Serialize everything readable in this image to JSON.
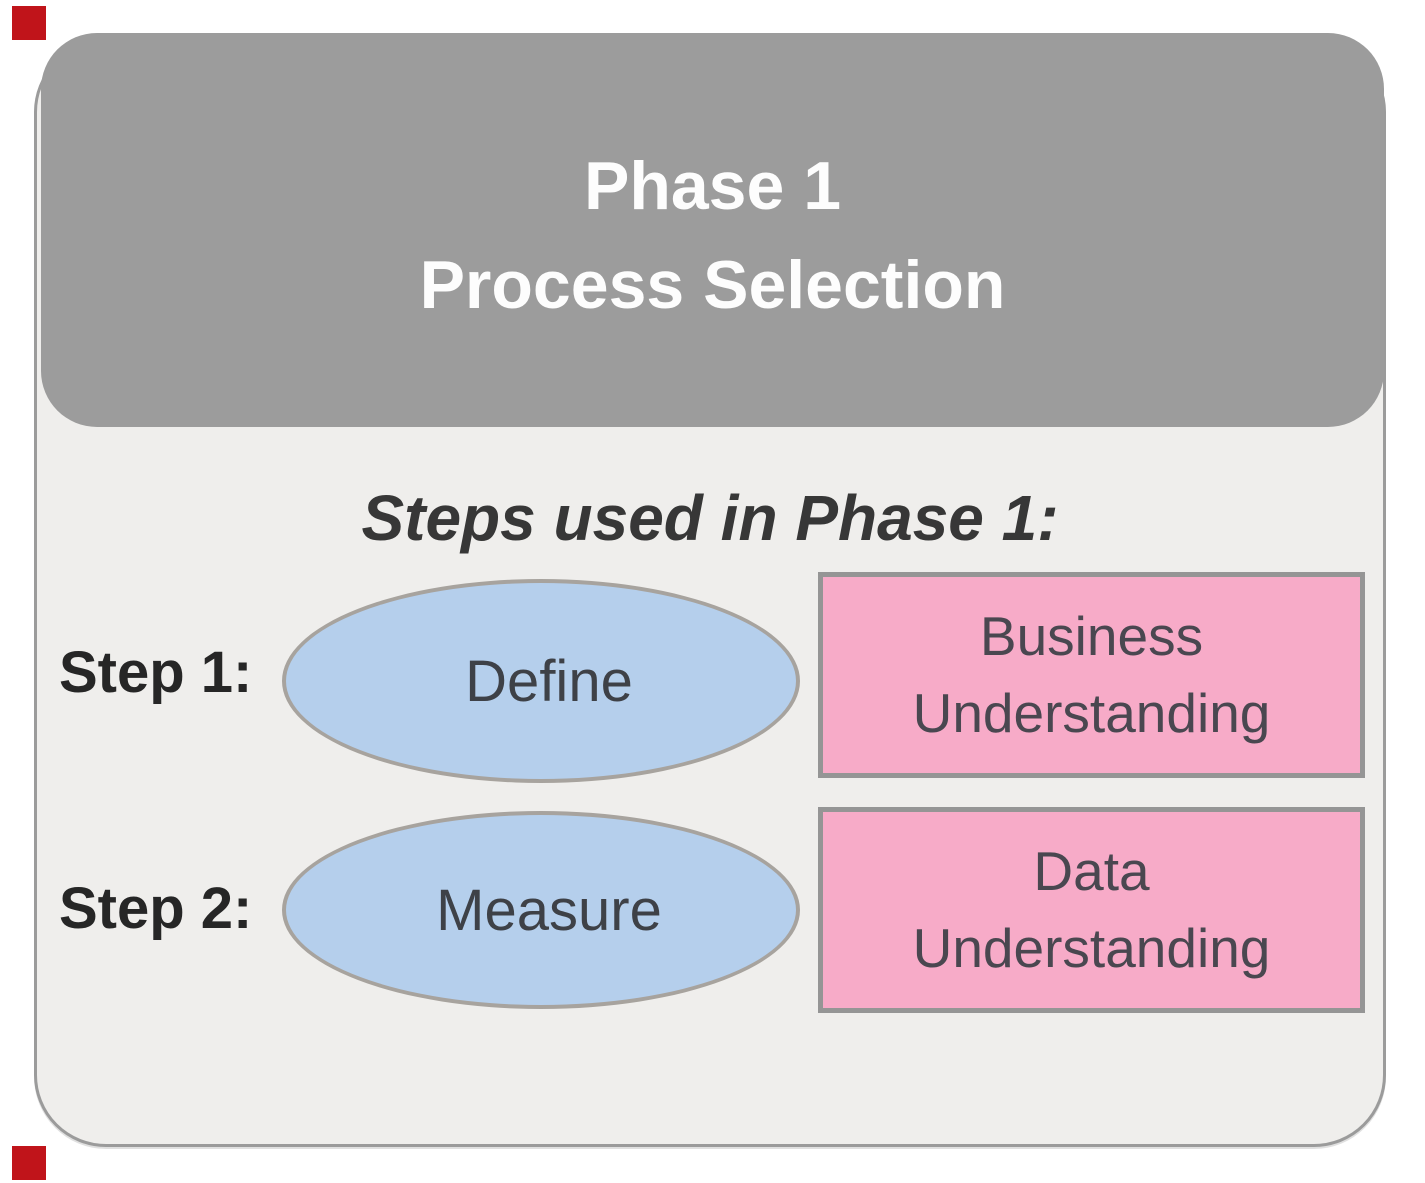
{
  "diagram": {
    "header": {
      "line1": "Phase 1",
      "line2": "Process Selection"
    },
    "body_title": "Steps used in Phase 1:",
    "steps": [
      {
        "label": "Step 1:",
        "ellipse_label": "Define",
        "box_line1": "Business",
        "box_line2": "Understanding"
      },
      {
        "label": "Step 2:",
        "ellipse_label": "Measure",
        "box_line1": "Data",
        "box_line2": "Understanding"
      }
    ],
    "colors": {
      "header_bg": "#9c9c9c",
      "header_text": "#fdfdfd",
      "panel_bg": "#efeeec",
      "panel_border": "#9b9b9b",
      "ellipse_fill": "#b5cfec",
      "ellipse_border": "#a7a39e",
      "pink_box_fill": "#f7abc8",
      "pink_box_border": "#959595",
      "dark_text": "#373737",
      "corner_marker_red": "#c0141a"
    }
  }
}
